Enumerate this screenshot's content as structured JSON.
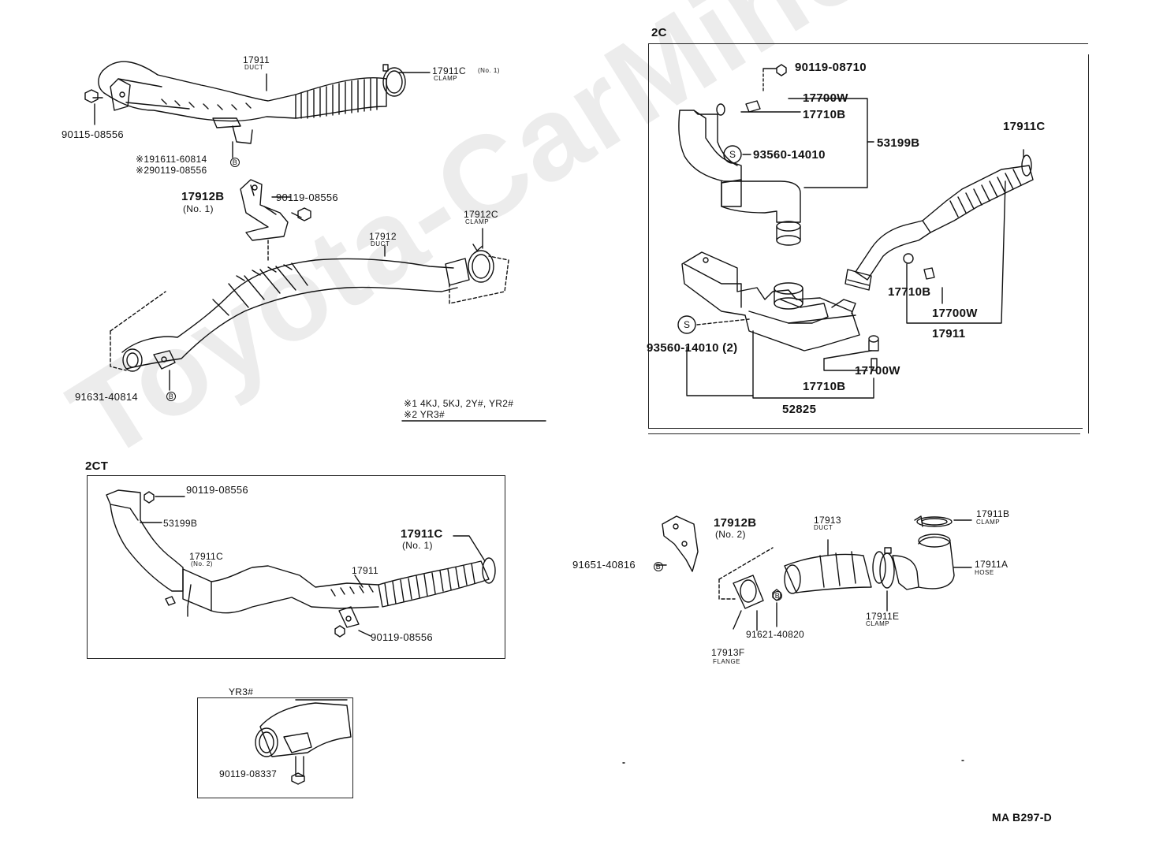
{
  "watermark": "Toyota-CarMine.ru",
  "drawing_id": "MA B297-D",
  "sections": {
    "c2": "2C",
    "ct2": "2CT",
    "yr3": "YR3#"
  },
  "notes": {
    "n1": "※1 4KJ, 5KJ, 2Y#, YR2#",
    "n2": "※2 YR3#"
  },
  "parts": {
    "top_duct": "17911",
    "top_duct_sub": "DUCT",
    "top_clamp": "17911C",
    "top_clamp_no": "(No. 1)",
    "top_clamp_sub": "CLAMP",
    "top_bolt": "90115-08556",
    "top_note1": "※191611-60814",
    "top_note2": "※290119-08556",
    "bracket1": "17912B",
    "bracket1_no": "(No. 1)",
    "bracket1_bolt": "90119-08556",
    "clamp2": "17912C",
    "clamp2_sub": "CLAMP",
    "duct2": "17912",
    "duct2_sub": "DUCT",
    "duct2_bolt": "91631-40814",
    "c2_bolt": "90119-08710",
    "c2_cap1": "17700W",
    "c2_grom1": "17710B",
    "c2_set": "53199B",
    "c2_s1": "93560-14010",
    "c2_clamp": "17911C",
    "c2_grom2": "17710B",
    "c2_cap2": "17700W",
    "c2_duct": "17911",
    "c2_s2": "93560-14010 (2)",
    "c2_cap3": "17700W",
    "c2_grom3": "17710B",
    "c2_box": "52825",
    "ct_bolt1": "90119-08556",
    "ct_set": "53199B",
    "ct_clamp2": "17911C",
    "ct_clamp2_no": "(No. 2)",
    "ct_duct": "17911",
    "ct_clamp1": "17911C",
    "ct_clamp1_no": "(No. 1)",
    "ct_bolt2": "90119-08556",
    "yr_bolt": "90119-08337",
    "br2": "17912B",
    "br2_no": "(No. 2)",
    "br2_bolt": "91651-40816",
    "duct3": "17913",
    "duct3_sub": "DUCT",
    "clampB": "17911B",
    "clampB_sub": "CLAMP",
    "hoseA": "17911A",
    "hoseA_sub": "HOSE",
    "clampE": "17911E",
    "clampE_sub": "CLAMP",
    "flange_bolt": "91621-40820",
    "flange": "17913F",
    "flange_sub": "FLANGE",
    "mark_b": "B",
    "mark_s": "S"
  }
}
